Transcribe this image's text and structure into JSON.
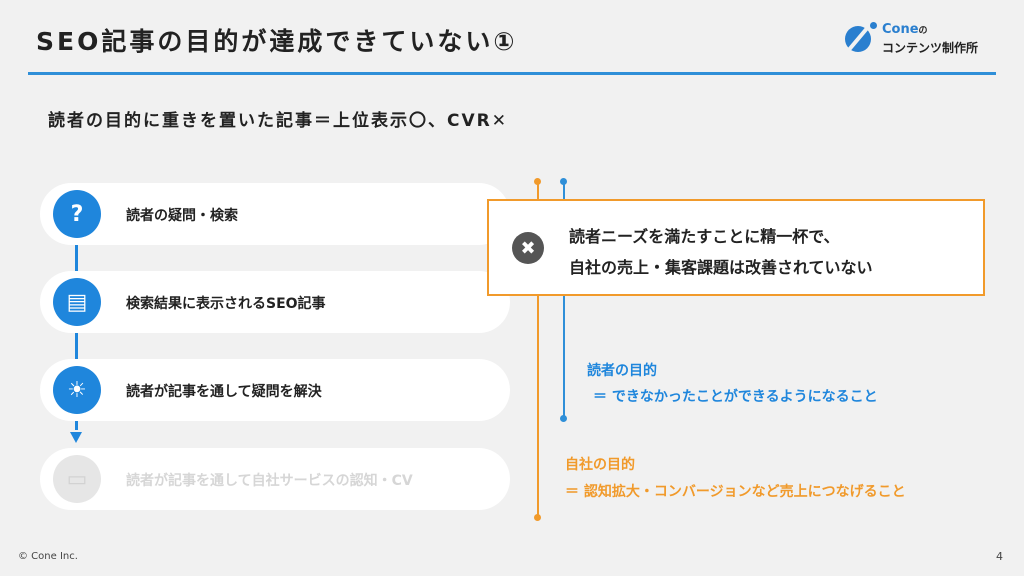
{
  "slide": {
    "title": "SEO記事の目的が達成できていない①",
    "subtitle": "読者の目的に重きを置いた記事＝上位表示〇、CVR✕",
    "footer": "© Cone Inc.",
    "page_number": "4"
  },
  "logo": {
    "brand": "Cone",
    "particle": "の",
    "tagline": "コンテンツ制作所"
  },
  "steps": [
    {
      "icon": "question-icon",
      "glyph": "?",
      "label": "読者の疑問・検索",
      "active": true
    },
    {
      "icon": "article-icon",
      "glyph": "▤",
      "label": "検索結果に表示されるSEO記事",
      "active": true
    },
    {
      "icon": "lightbulb-icon",
      "glyph": "☀",
      "label": "読者が記事を通して疑問を解決",
      "active": true
    },
    {
      "icon": "ticket-icon",
      "glyph": "▭",
      "label": "読者が記事を通して自社サービスの認知・CV",
      "active": false
    }
  ],
  "callout": {
    "icon": "x-circle-icon",
    "glyph": "✖",
    "line1": "読者ニーズを満たすことに精一杯で、",
    "line2": "自社の売上・集客課題は改善されていない"
  },
  "reader_purpose": {
    "title": "読者の目的",
    "desc": "＝ できなかったことができるようになること"
  },
  "company_purpose": {
    "title": "自社の目的",
    "desc": "＝ 認知拡大・コンバージョンなど売上につなげること"
  },
  "colors": {
    "accent_blue": "#1f86dc",
    "accent_orange": "#f19a2b",
    "background": "#f1f1f1"
  }
}
